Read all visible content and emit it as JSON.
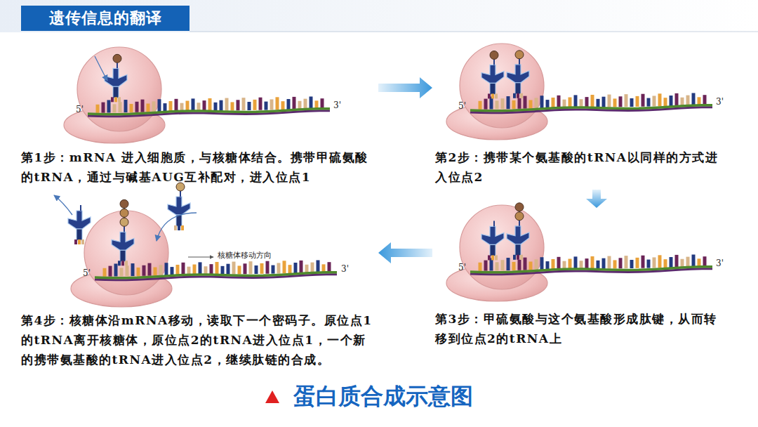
{
  "diagram": {
    "title": "遗传信息的翻译",
    "caption": "蛋白质合成示意图",
    "nodes": [
      {
        "text": [
          "第1步：",
          "mRNA 进入细胞质，与核糖体结合。携带甲硫氨酸的tRNA，通过与碱基AUG互补配对，进入位点1"
        ]
      },
      {
        "text": [
          "第2步：",
          "携带某个氨基酸的tRNA以同样的方式进入位点2"
        ]
      },
      {
        "text": [
          "第3步：",
          "甲硫氨酸与这个氨基酸形成肽键，从而转移到位点2的tRNA上"
        ]
      },
      {
        "text": [
          "第4步：",
          "核糖体沿mRNA移动，读取下一个密码子。原位点1的tRNA离开核糖体，原位点2的tRNA进入位点1，一个新的携带氨基酸的tRNA进入位点2，继续肽链的合成。"
        ]
      }
    ],
    "edges": [
      {
        "from": 0,
        "to": 1,
        "arrow": "to"
      },
      {
        "from": 1,
        "to": 2,
        "arrow": "to"
      },
      {
        "from": 2,
        "to": 3,
        "arrow": "to"
      }
    ],
    "labels": [
      "5'",
      "3'",
      "5'",
      "3'",
      "5'",
      "3'",
      "核糖体移动方向",
      "5'",
      "3'"
    ]
  }
}
